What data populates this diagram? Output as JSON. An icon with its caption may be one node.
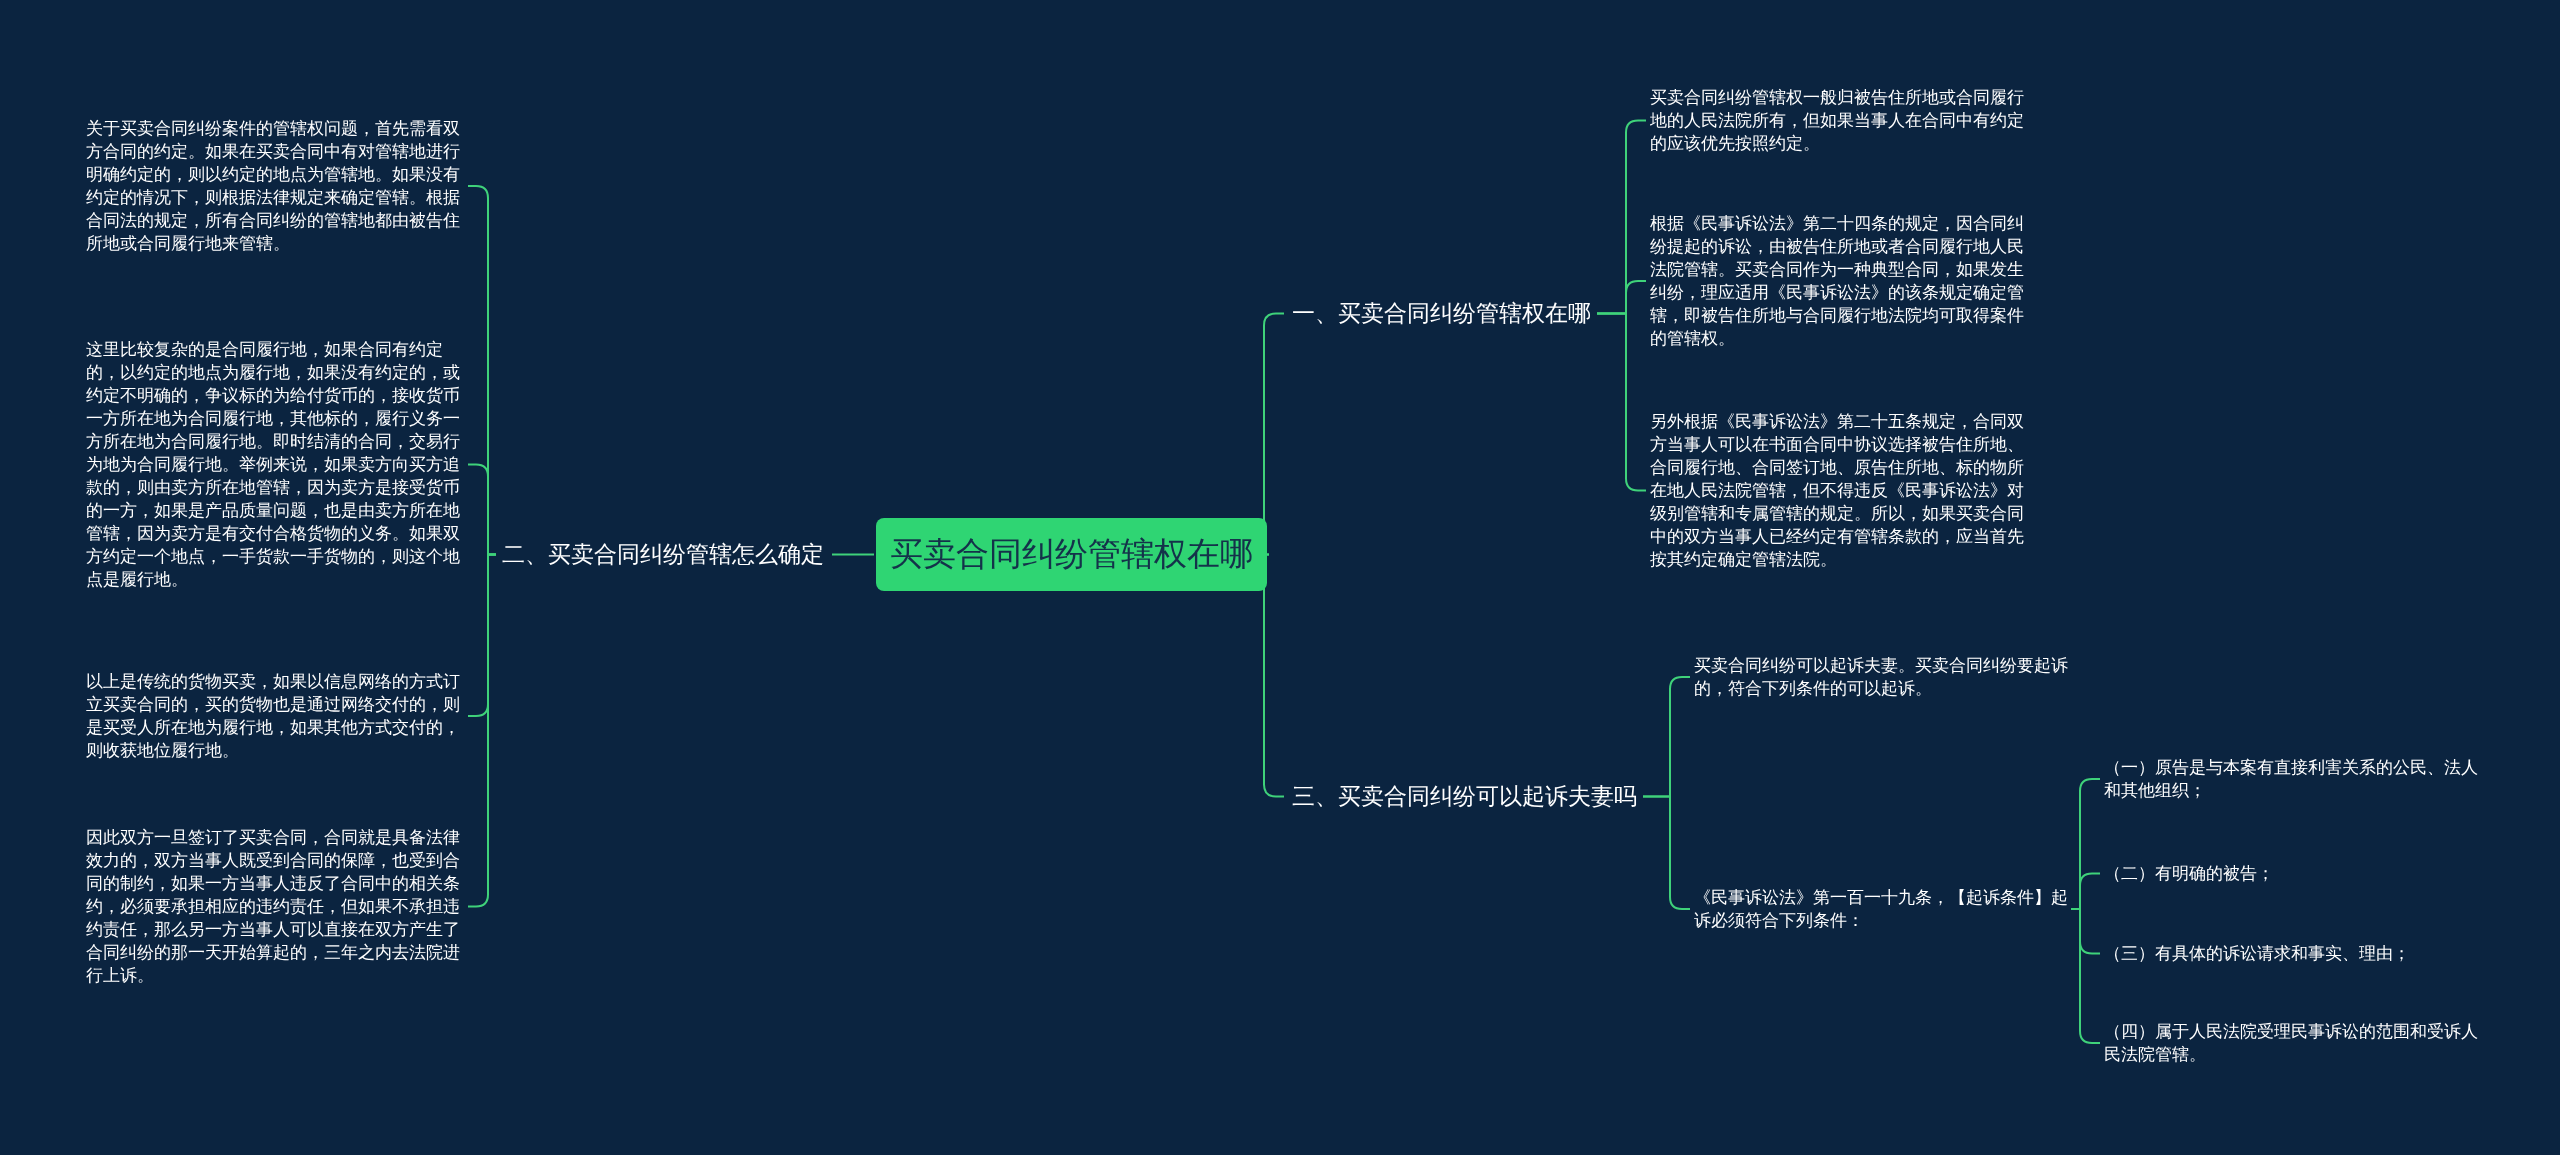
{
  "diagram": {
    "nodes": [
      {
        "text": [
          "买卖合同纠纷管辖权在哪"
        ]
      },
      {
        "text": [
          "一、买卖合同纠纷管辖权在哪"
        ]
      },
      {
        "text": [
          "买卖合同纠纷管辖权一般归被告住所地或合同履行地的人民法院所有，但如果当事人在合同中有约定的应该优先按照约定。"
        ]
      },
      {
        "text": [
          "根据《民事诉讼法》第二十四条的规定，因合同纠纷提起的诉讼，由被告住所地或者合同履行地人民法院管辖。买卖合同作为一种典型合同，如果发生纠纷，理应适用《民事诉讼法》的该条规定确定管辖，即被告住所地与合同履行地法院均可取得案件的管辖权。"
        ]
      },
      {
        "text": [
          "另外根据《民事诉讼法》第二十五条规定，合同双方当事人可以在书面合同中协议选择被告住所地、合同履行地、合同签订地、原告住所地、标的物所在地人民法院管辖，但不得违反《民事诉讼法》对级别管辖和专属管辖的规定。所以，如果买卖合同中的双方当事人已经约定有管辖条款的，应当首先按其约定确定管辖法院。"
        ]
      },
      {
        "text": [
          "二、买卖合同纠纷管辖怎么确定"
        ]
      },
      {
        "text": [
          "关于买卖合同纠纷案件的管辖权问题，首先需看双方合同的约定。如果在买卖合同中有对管辖地进行明确约定的，则以约定的地点为管辖地。如果没有约定的情况下，则根据法律规定来确定管辖。根据合同法的规定，所有合同纠纷的管辖地都由被告住所地或合同履行地来管辖。"
        ]
      },
      {
        "text": [
          "这里比较复杂的是合同履行地，如果合同有约定的，以约定的地点为履行地，如果没有约定的，或约定不明确的，争议标的为给付货币的，接收货币一方所在地为合同履行地，其他标的，履行义务一方所在地为合同履行地。即时结清的合同，交易行为地为合同履行地。举例来说，如果卖方向买方追款的，则由卖方所在地管辖，因为卖方是接受货币的一方，如果是产品质量问题，也是由卖方所在地管辖，因为卖方是有交付合格货物的义务。如果双方约定一个地点，一手货款一手货物的，则这个地点是履行地。"
        ]
      },
      {
        "text": [
          "以上是传统的货物买卖，如果以信息网络的方式订立买卖合同的，买的货物也是通过网络交付的，则是买受人所在地为履行地，如果其他方式交付的，则收获地位履行地。"
        ]
      },
      {
        "text": [
          "因此双方一旦签订了买卖合同，合同就是具备法律效力的，双方当事人既受到合同的保障，也受到合同的制约，如果一方当事人违反了合同中的相关条约，必须要承担相应的违约责任，但如果不承担违约责任，那么另一方当事人可以直接在双方产生了合同纠纷的那一天开始算起的，三年之内去法院进行上诉。"
        ]
      },
      {
        "text": [
          "三、买卖合同纠纷可以起诉夫妻吗"
        ]
      },
      {
        "text": [
          "买卖合同纠纷可以起诉夫妻。买卖合同纠纷要起诉的，符合下列条件的可以起诉。"
        ]
      },
      {
        "text": [
          "《民事诉讼法》第一百一十九条，【起诉条件】起诉必须符合下列条件："
        ]
      },
      {
        "text": [
          "（一）原告是与本案有直接利害关系的公民、法人和其他组织；"
        ]
      },
      {
        "text": [
          "（二）有明确的被告；"
        ]
      },
      {
        "text": [
          "（三）有具体的诉讼请求和事实、理由；"
        ]
      },
      {
        "text": [
          "（四）属于人民法院受理民事诉讼的范围和受诉人民法院管辖。"
        ]
      }
    ],
    "edges": [
      {
        "from": 0,
        "to": 1,
        "arrow": "none"
      },
      {
        "from": 1,
        "to": 2,
        "arrow": "none"
      },
      {
        "from": 1,
        "to": 3,
        "arrow": "none"
      },
      {
        "from": 1,
        "to": 4,
        "arrow": "none"
      },
      {
        "from": 0,
        "to": 5,
        "arrow": "none"
      },
      {
        "from": 5,
        "to": 6,
        "arrow": "none"
      },
      {
        "from": 5,
        "to": 7,
        "arrow": "none"
      },
      {
        "from": 5,
        "to": 8,
        "arrow": "none"
      },
      {
        "from": 5,
        "to": 9,
        "arrow": "none"
      },
      {
        "from": 0,
        "to": 10,
        "arrow": "none"
      },
      {
        "from": 10,
        "to": 11,
        "arrow": "none"
      },
      {
        "from": 10,
        "to": 12,
        "arrow": "none"
      },
      {
        "from": 12,
        "to": 13,
        "arrow": "none"
      },
      {
        "from": 12,
        "to": 14,
        "arrow": "none"
      },
      {
        "from": 12,
        "to": 15,
        "arrow": "none"
      },
      {
        "from": 12,
        "to": 16,
        "arrow": "none"
      }
    ]
  }
}
